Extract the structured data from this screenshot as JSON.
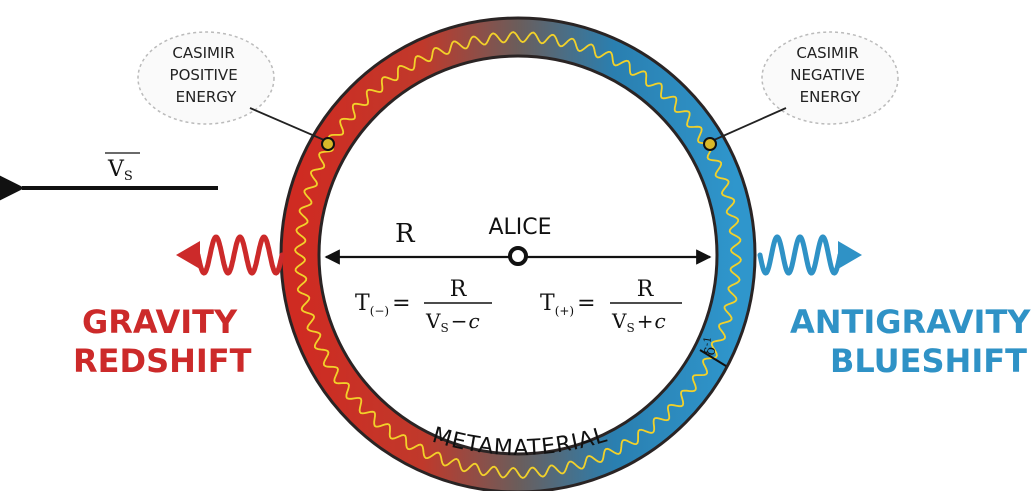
{
  "labels": {
    "casimir_positive": [
      "CASIMIR",
      "POSITIVE",
      "ENERGY"
    ],
    "casimir_negative": [
      "CASIMIR",
      "NEGATIVE",
      "ENERGY"
    ],
    "velocity": "V",
    "velocity_sub": "S",
    "radius": "R",
    "alice": "ALICE",
    "gravity": "GRAVITY",
    "redshift": "REDSHIFT",
    "antigravity": "ANTIGRAVITY",
    "blueshift": "BLUESHIFT",
    "metamaterial": "METAMATERIAL",
    "thickness_symbol": "δ",
    "thickness_exp": "-1"
  },
  "formulas": {
    "left": {
      "lhs": "T",
      "sub": "(−)",
      "eq": "=",
      "num": "R",
      "den_v": "V",
      "den_sub": "S",
      "den_op": "−",
      "den_c": "c"
    },
    "right": {
      "lhs": "T",
      "sub": "(+)",
      "eq": "=",
      "num": "R",
      "den_v": "V",
      "den_sub": "S",
      "den_op": "+",
      "den_c": "c"
    }
  },
  "colors": {
    "red": "#cc2a2a",
    "blue": "#2f92c6",
    "mid": "#6a5a58",
    "yellow": "#f2d12a",
    "ink": "#111111"
  }
}
